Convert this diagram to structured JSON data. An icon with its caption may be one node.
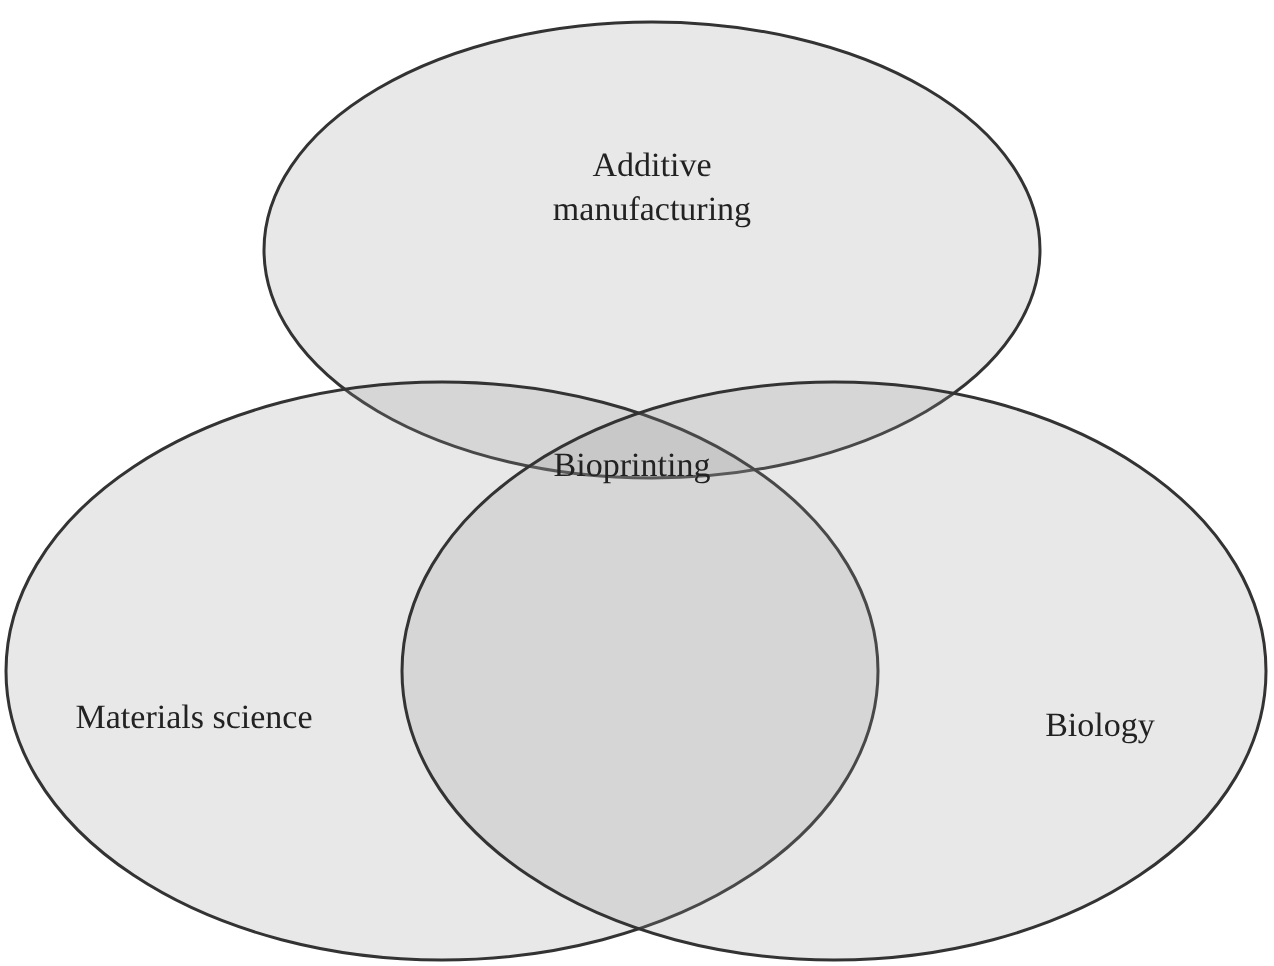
{
  "diagram": {
    "nodes": [
      {
        "text": [
          "Additive manufacturing"
        ]
      },
      {
        "text": [
          "Materials science"
        ]
      },
      {
        "text": [
          "Biology"
        ]
      }
    ],
    "labels": [
      "Bioprinting"
    ]
  }
}
